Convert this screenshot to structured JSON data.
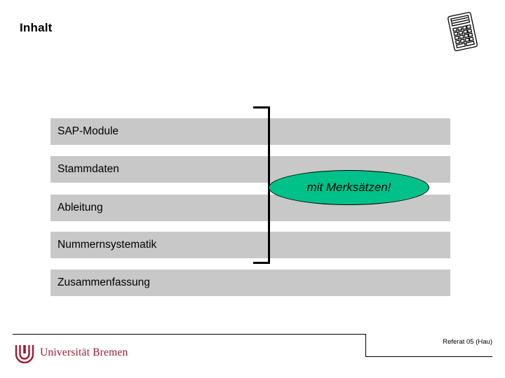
{
  "slide": {
    "title": "Inhalt",
    "items": [
      {
        "label": "SAP-Module"
      },
      {
        "label": "Stammdaten"
      },
      {
        "label": "Ableitung"
      },
      {
        "label": "Nummernsystematik"
      },
      {
        "label": "Zusammenfassung"
      }
    ],
    "callout": {
      "label": "mit Merksätzen!",
      "color": "#00c18a"
    },
    "footer": {
      "note": "Referat 05 (Hau)",
      "logo_text": "Universität Bremen",
      "logo_color": "#9b1b30"
    },
    "icons": {
      "calculator": "calculator-icon",
      "logo_mark": "university-bremen-logo-icon"
    }
  }
}
